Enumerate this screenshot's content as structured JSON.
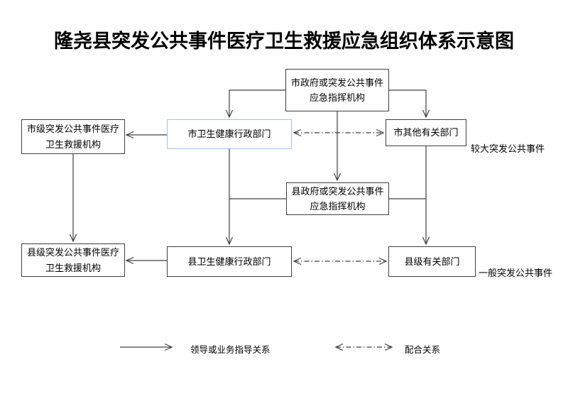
{
  "title": "隆尧县突发公共事件医疗卫生救援应急组织体系示意图",
  "nodes": {
    "city_gov": "市政府或突发公共事件\n应急指挥机构",
    "city_health": "市卫生健康行政部门",
    "city_other": "市其他有关部门",
    "city_rescue": "市级突发公共事件医疗\n卫生救援机构",
    "county_gov": "县政府或突发公共事件\n应急指挥机构",
    "county_health": "县卫生健康行政部门",
    "county_other": "县级有关部门",
    "county_rescue": "县级突发公共事件医疗\n卫生救援机构"
  },
  "side_labels": {
    "major": "较大突发公共事件",
    "general": "一般突发公共事件"
  },
  "legend": {
    "lead": "领导或业务指导关系",
    "cooperate": "配合关系"
  },
  "colors": {
    "line": "#404040",
    "box_border": "#404040",
    "highlight_box_border": "#9dc3e6",
    "text": "#000000",
    "background": "#ffffff"
  }
}
